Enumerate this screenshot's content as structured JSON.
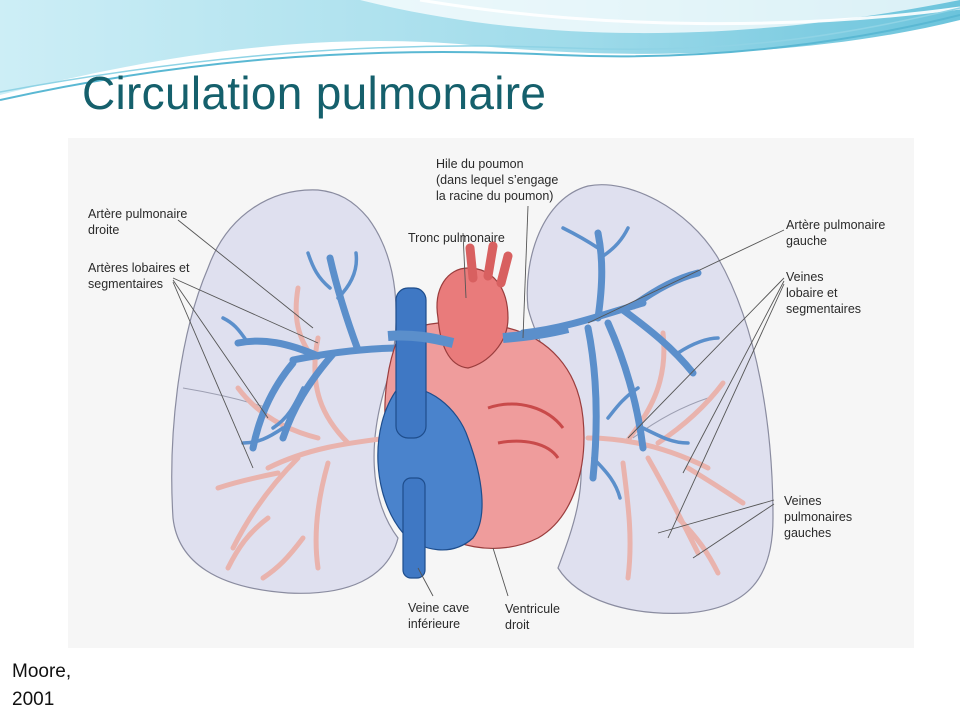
{
  "title": "Circulation pulmonaire",
  "citation": "Moore,\n2001",
  "labels": {
    "hile": "Hile du poumon\n(dans lequel s’engage\nla racine du poumon)",
    "artere_droite": "Artère pulmonaire\ndroite",
    "arteres_lobaires": "Artères lobaires et\nsegmentaires",
    "tronc": "Tronc pulmonaire",
    "artere_gauche": "Artère pulmonaire\ngauche",
    "veines_lobaires": "Veines\nlobaire et\nsegmentaires",
    "veines_pulmonaires": "Veines\npulmonaires\ngauches",
    "veine_cave": "Veine cave\ninférieure",
    "ventricule": "Ventricule\ndroit"
  },
  "colors": {
    "title": "#15606c",
    "banner_light": "#c9ecf4",
    "banner_mid": "#79cbe0",
    "lung": "#dfe0ef",
    "artery_blue": "#5b8fcb",
    "vein_pink": "#e9b3ad",
    "heart_red": "#e9797a",
    "heart_blue": "#3f78c4"
  }
}
